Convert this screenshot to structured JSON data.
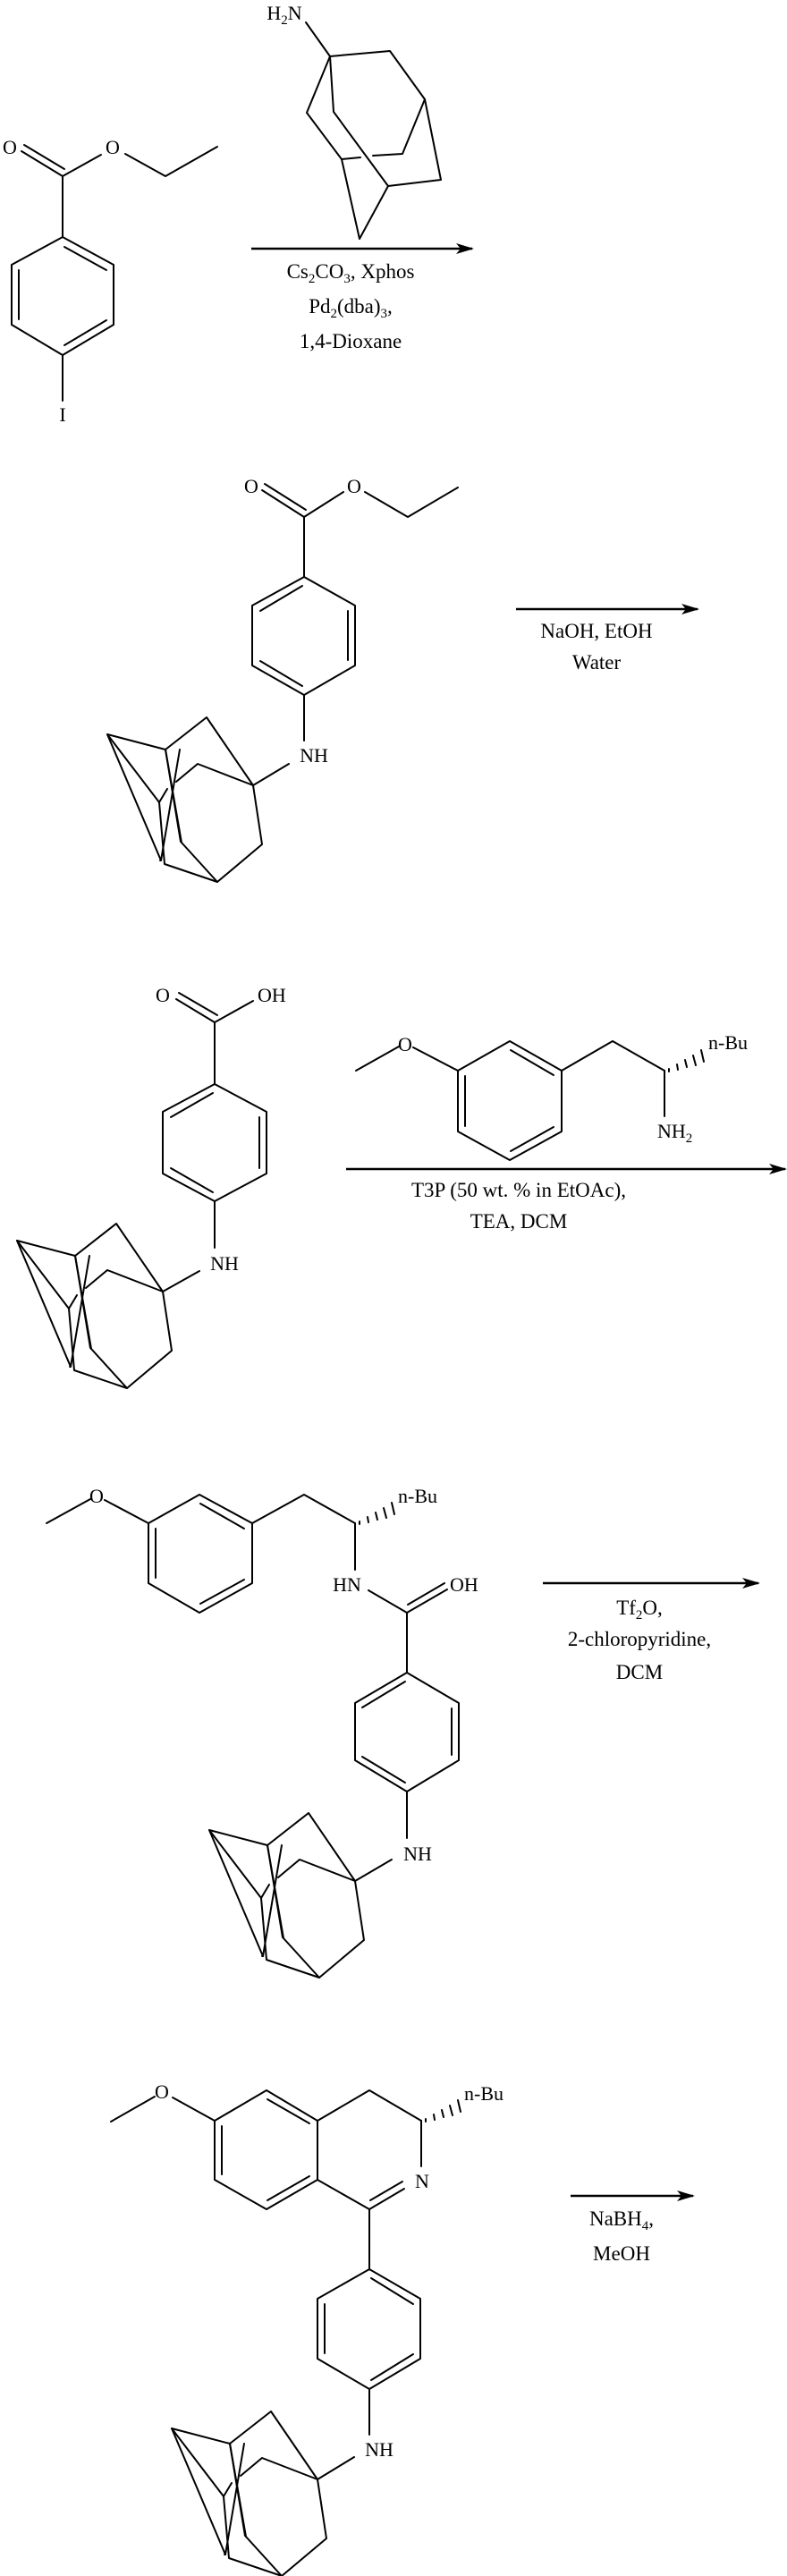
{
  "scheme": {
    "steps": [
      {
        "starting_material": {
          "name": "ethyl 4-iodobenzoate",
          "labels": {
            "carbonyl_o": "O",
            "ester_o": "O",
            "halogen": "I"
          }
        },
        "coreagent": {
          "name": "1-adamantanamine",
          "labels": {
            "amine_h": "H",
            "amine_sub": "2",
            "amine_n": "N"
          }
        },
        "conditions": {
          "line1": {
            "a": "Cs",
            "a_sub": "2",
            "b": "CO",
            "b_sub": "3",
            "c": ", Xphos"
          },
          "line2": {
            "a": "Pd",
            "a_sub": "2",
            "b": "(dba)",
            "b_sub": "3",
            "c": ","
          },
          "line3": "1,4-Dioxane"
        }
      },
      {
        "intermediate": {
          "name": "ethyl 4-(adamantan-1-ylamino)benzoate",
          "labels": {
            "carbonyl_o": "O",
            "ester_o": "O",
            "nh": "NH"
          }
        },
        "conditions": {
          "line1": "NaOH, EtOH",
          "line2": "Water"
        }
      },
      {
        "intermediate": {
          "name": "4-(adamantan-1-ylamino)benzoic acid",
          "labels": {
            "carbonyl_o": "O",
            "oh": "OH",
            "nh": "NH"
          }
        },
        "coreagent": {
          "name": "chiral 3-methoxyphenyl amine",
          "labels": {
            "methoxy_o": "O",
            "nbu": "n-Bu",
            "nh2": "NH",
            "nh2_sub": "2"
          }
        },
        "conditions": {
          "line1": "T3P (50 wt. % in EtOAc),",
          "line2": "TEA, DCM"
        }
      },
      {
        "intermediate": {
          "name": "amide intermediate",
          "labels": {
            "methoxy_o": "O",
            "nbu": "n-Bu",
            "hn": "HN",
            "oh": "OH",
            "nh": "NH"
          }
        },
        "conditions": {
          "line1": {
            "a": "Tf",
            "a_sub": "2",
            "b": "O,"
          },
          "line2": "2-chloropyridine,",
          "line3": "DCM"
        }
      },
      {
        "intermediate": {
          "name": "3,4-dihydroisoquinoline",
          "labels": {
            "methoxy_o": "O",
            "nbu": "n-Bu",
            "ring_n": "N",
            "nh": "NH"
          }
        },
        "conditions": {
          "line1": {
            "a": "NaBH",
            "a_sub": "4",
            "b": ","
          },
          "line2": "MeOH"
        }
      }
    ]
  },
  "colors": {
    "ink": "#000000",
    "background": "#ffffff"
  }
}
